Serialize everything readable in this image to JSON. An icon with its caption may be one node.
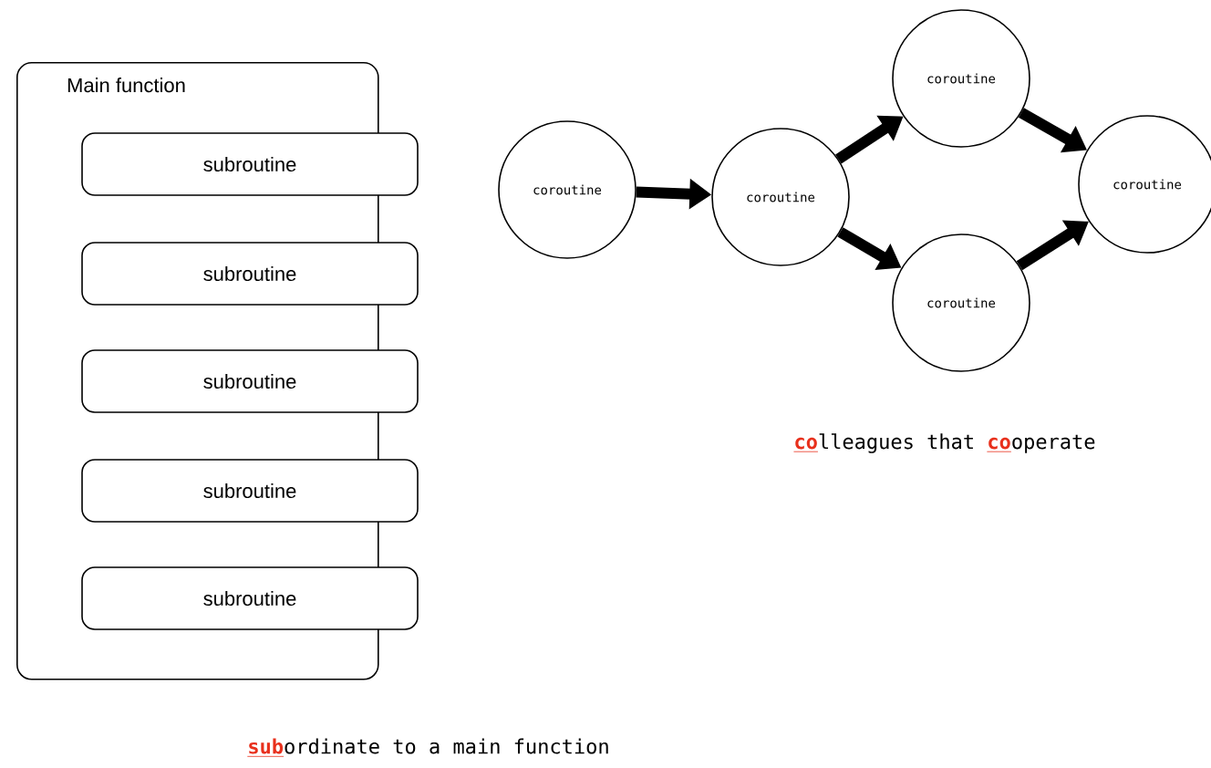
{
  "diagram": {
    "nodes": [
      {
        "text": [
          "Main function"
        ]
      },
      {
        "text": [
          "subroutine"
        ],
        "in": 0
      },
      {
        "text": [
          "subroutine"
        ],
        "in": 0
      },
      {
        "text": [
          "subroutine"
        ],
        "in": 0
      },
      {
        "text": [
          "subroutine"
        ],
        "in": 0
      },
      {
        "text": [
          "subroutine"
        ],
        "in": 0
      },
      {
        "text": [
          "coroutine"
        ]
      },
      {
        "text": [
          "coroutine"
        ]
      },
      {
        "text": [
          "coroutine"
        ]
      },
      {
        "text": [
          "coroutine"
        ]
      },
      {
        "text": [
          "coroutine"
        ]
      }
    ],
    "edges": [
      {
        "from": 6,
        "to": 7,
        "arrow": "to"
      },
      {
        "from": 7,
        "to": 8,
        "arrow": "to"
      },
      {
        "from": 7,
        "to": 9,
        "arrow": "to"
      },
      {
        "from": 8,
        "to": 10,
        "arrow": "to"
      },
      {
        "from": 9,
        "to": 10,
        "arrow": "to"
      }
    ],
    "labels": [
      "**co**lleagues that **co**operate",
      "**sub**ordinate to a main function"
    ]
  }
}
